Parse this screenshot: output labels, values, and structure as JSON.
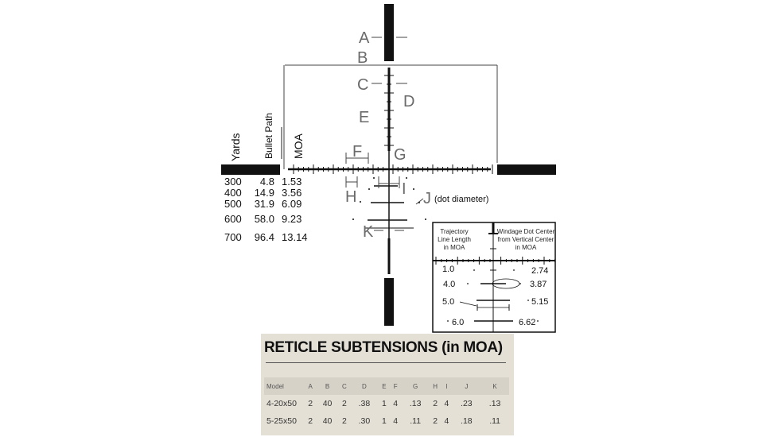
{
  "labels": {
    "A": "A",
    "B": "B",
    "C": "C",
    "D": "D",
    "E": "E",
    "F": "F",
    "G": "G",
    "H": "H",
    "I": "I",
    "J": "J",
    "J_note": "(dot diameter)",
    "K": "K"
  },
  "drop_table": {
    "headers": [
      "Yards",
      "Bullet Path",
      "MOA"
    ],
    "rows": [
      [
        "300",
        "4.8",
        "1.53"
      ],
      [
        "400",
        "14.9",
        "3.56"
      ],
      [
        "500",
        "31.9",
        "6.09"
      ],
      [
        "600",
        "58.0",
        "9.23"
      ],
      [
        "700",
        "96.4",
        "13.14"
      ]
    ]
  },
  "inset": {
    "left_title": [
      "Trajectory",
      "Line Length",
      "in MOA"
    ],
    "right_title": [
      "Windage Dot Center",
      "from Vertical Center",
      "in MOA"
    ],
    "left_values": [
      "1.0",
      "4.0",
      "5.0",
      "6.0"
    ],
    "right_values": [
      "2.74",
      "3.87",
      "5.15",
      "6.62"
    ]
  },
  "subtensions": {
    "title": "RETICLE SUBTENSIONS (in MOA)",
    "headers": [
      "Model",
      "A",
      "B",
      "C",
      "D",
      "E",
      "F",
      "G",
      "H",
      "I",
      "J",
      "K"
    ],
    "rows": [
      [
        "4-20x50",
        "2",
        "40",
        "2",
        ".38",
        "1",
        "4",
        ".13",
        "2",
        "4",
        ".23",
        ".13"
      ],
      [
        "5-25x50",
        "2",
        "40",
        "2",
        ".30",
        "1",
        "4",
        ".11",
        "2",
        "4",
        ".18",
        ".11"
      ]
    ]
  }
}
